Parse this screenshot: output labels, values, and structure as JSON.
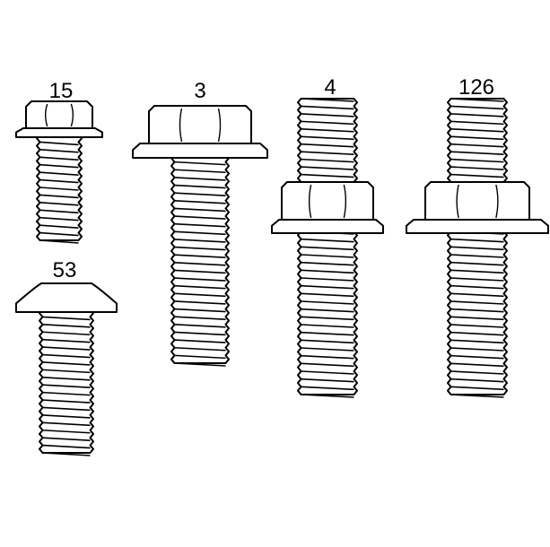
{
  "diagram": {
    "fasteners": [
      {
        "id": "bolt-15",
        "label": "15",
        "type": "flange-head-bolt"
      },
      {
        "id": "bolt-3",
        "label": "3",
        "type": "flange-head-bolt"
      },
      {
        "id": "stud-4",
        "label": "4",
        "type": "stud-bolt"
      },
      {
        "id": "stud-126",
        "label": "126",
        "type": "stud-bolt"
      },
      {
        "id": "bolt-53",
        "label": "53",
        "type": "button-head-bolt"
      }
    ]
  }
}
